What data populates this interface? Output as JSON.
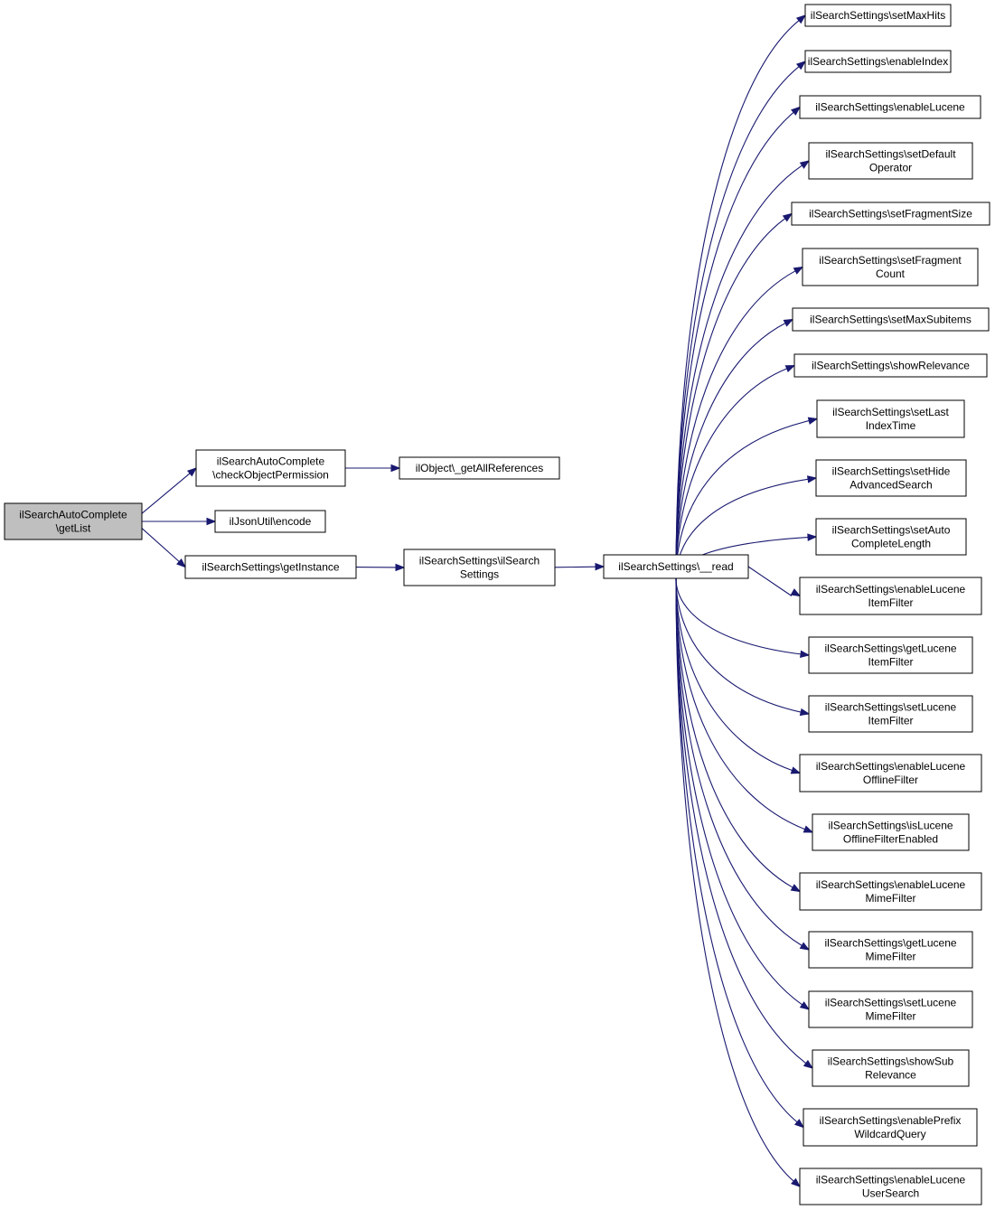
{
  "colors": {
    "node_fill": "#ffffff",
    "root_fill": "#bfbfbf",
    "node_border": "#000000",
    "edge": "#191970"
  },
  "nodes": [
    {
      "id": "root",
      "lines": [
        "ilSearchAutoComplete",
        "\\getList"
      ],
      "root": true
    },
    {
      "id": "checkPerm",
      "lines": [
        "ilSearchAutoComplete",
        "\\checkObjectPermission"
      ]
    },
    {
      "id": "jsonEncode",
      "lines": [
        "ilJsonUtil\\encode"
      ]
    },
    {
      "id": "getInstance",
      "lines": [
        "ilSearchSettings\\getInstance"
      ]
    },
    {
      "id": "getAllRefs",
      "lines": [
        "ilObject\\_getAllReferences"
      ]
    },
    {
      "id": "ctor",
      "lines": [
        "ilSearchSettings\\ilSearch",
        "Settings"
      ]
    },
    {
      "id": "read",
      "lines": [
        "ilSearchSettings\\__read"
      ]
    },
    {
      "id": "t0",
      "lines": [
        "ilSearchSettings\\setMaxHits"
      ]
    },
    {
      "id": "t1",
      "lines": [
        "ilSearchSettings\\enableIndex"
      ]
    },
    {
      "id": "t2",
      "lines": [
        "ilSearchSettings\\enableLucene"
      ]
    },
    {
      "id": "t3",
      "lines": [
        "ilSearchSettings\\setDefault",
        "Operator"
      ]
    },
    {
      "id": "t4",
      "lines": [
        "ilSearchSettings\\setFragmentSize"
      ]
    },
    {
      "id": "t5",
      "lines": [
        "ilSearchSettings\\setFragment",
        "Count"
      ]
    },
    {
      "id": "t6",
      "lines": [
        "ilSearchSettings\\setMaxSubitems"
      ]
    },
    {
      "id": "t7",
      "lines": [
        "ilSearchSettings\\showRelevance"
      ]
    },
    {
      "id": "t8",
      "lines": [
        "ilSearchSettings\\setLast",
        "IndexTime"
      ]
    },
    {
      "id": "t9",
      "lines": [
        "ilSearchSettings\\setHide",
        "AdvancedSearch"
      ]
    },
    {
      "id": "t10",
      "lines": [
        "ilSearchSettings\\setAuto",
        "CompleteLength"
      ]
    },
    {
      "id": "t11",
      "lines": [
        "ilSearchSettings\\enableLucene",
        "ItemFilter"
      ]
    },
    {
      "id": "t12",
      "lines": [
        "ilSearchSettings\\getLucene",
        "ItemFilter"
      ]
    },
    {
      "id": "t13",
      "lines": [
        "ilSearchSettings\\setLucene",
        "ItemFilter"
      ]
    },
    {
      "id": "t14",
      "lines": [
        "ilSearchSettings\\enableLucene",
        "OfflineFilter"
      ]
    },
    {
      "id": "t15",
      "lines": [
        "ilSearchSettings\\isLucene",
        "OfflineFilterEnabled"
      ]
    },
    {
      "id": "t16",
      "lines": [
        "ilSearchSettings\\enableLucene",
        "MimeFilter"
      ]
    },
    {
      "id": "t17",
      "lines": [
        "ilSearchSettings\\getLucene",
        "MimeFilter"
      ]
    },
    {
      "id": "t18",
      "lines": [
        "ilSearchSettings\\setLucene",
        "MimeFilter"
      ]
    },
    {
      "id": "t19",
      "lines": [
        "ilSearchSettings\\showSub",
        "Relevance"
      ]
    },
    {
      "id": "t20",
      "lines": [
        "ilSearchSettings\\enablePrefix",
        "WildcardQuery"
      ]
    },
    {
      "id": "t21",
      "lines": [
        "ilSearchSettings\\enableLucene",
        "UserSearch"
      ]
    }
  ],
  "edges": [
    [
      "root",
      "checkPerm"
    ],
    [
      "root",
      "jsonEncode"
    ],
    [
      "root",
      "getInstance"
    ],
    [
      "checkPerm",
      "getAllRefs"
    ],
    [
      "getInstance",
      "ctor"
    ],
    [
      "ctor",
      "read"
    ],
    [
      "read",
      "t0"
    ],
    [
      "read",
      "t1"
    ],
    [
      "read",
      "t2"
    ],
    [
      "read",
      "t3"
    ],
    [
      "read",
      "t4"
    ],
    [
      "read",
      "t5"
    ],
    [
      "read",
      "t6"
    ],
    [
      "read",
      "t7"
    ],
    [
      "read",
      "t8"
    ],
    [
      "read",
      "t9"
    ],
    [
      "read",
      "t10"
    ],
    [
      "read",
      "t11"
    ],
    [
      "read",
      "t12"
    ],
    [
      "read",
      "t13"
    ],
    [
      "read",
      "t14"
    ],
    [
      "read",
      "t15"
    ],
    [
      "read",
      "t16"
    ],
    [
      "read",
      "t17"
    ],
    [
      "read",
      "t18"
    ],
    [
      "read",
      "t19"
    ],
    [
      "read",
      "t20"
    ],
    [
      "read",
      "t21"
    ]
  ]
}
